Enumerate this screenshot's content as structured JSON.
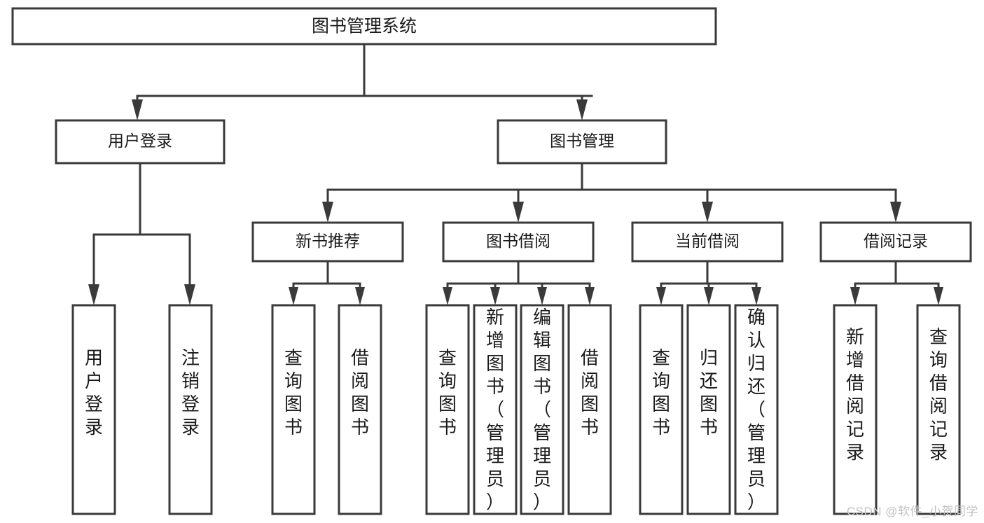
{
  "diagram": {
    "type": "tree-hierarchy-chart",
    "title": "图书管理系统",
    "watermark": "CSDN @软件_小贺同学",
    "colors": {
      "box_stroke": "#3a3a3a",
      "box_fill": "#ffffff",
      "text": "#1a1a1a",
      "background": "#ffffff",
      "watermark": "#c2c2c2"
    },
    "root": {
      "label": "图书管理系统",
      "level": 0
    },
    "level1": [
      {
        "label": "用户登录"
      },
      {
        "label": "图书管理"
      }
    ],
    "level2": [
      {
        "label": "新书推荐",
        "parent": "图书管理"
      },
      {
        "label": "图书借阅",
        "parent": "图书管理"
      },
      {
        "label": "当前借阅",
        "parent": "图书管理"
      },
      {
        "label": "借阅记录",
        "parent": "图书管理"
      }
    ],
    "leaves": {
      "user_login": [
        {
          "label": "用户登录"
        },
        {
          "label": "注销登录"
        }
      ],
      "new_book_recommend": [
        {
          "label": "查询图书"
        },
        {
          "label": "借阅图书"
        }
      ],
      "book_borrow": [
        {
          "label": "查询图书"
        },
        {
          "label": "新增图书（管理员）"
        },
        {
          "label": "编辑图书（管理员）"
        },
        {
          "label": "借阅图书"
        }
      ],
      "current_borrow": [
        {
          "label": "查询图书"
        },
        {
          "label": "归还图书"
        },
        {
          "label": "确认归还（管理员）"
        }
      ],
      "borrow_record": [
        {
          "label": "新增借阅记录"
        },
        {
          "label": "查询借阅记录"
        }
      ]
    }
  }
}
